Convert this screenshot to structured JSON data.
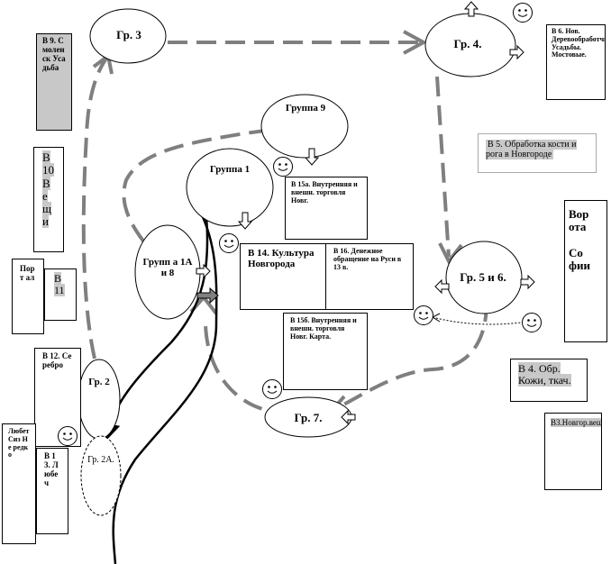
{
  "groups": {
    "g3": "Гр. 3",
    "g4": "Гр. 4.",
    "g9": "Группа 9",
    "g1": "Группа 1",
    "g1a": "Групп а 1А и 8",
    "g5": "Гр. 5 и 6.",
    "g7": "Гр. 7.",
    "g2": "Гр. 2",
    "g2a": "Гр. 2А."
  },
  "stations": {
    "b9": "В 9. Смоленск Усадьба",
    "b6": "В 6. Нов. Деревообработчик. Усадьбы. Мостовые.",
    "b5": "В 5. Обработка кости и рога в Новгороде",
    "gate": [
      "Вор",
      "ота",
      "",
      "Со",
      "фии"
    ],
    "b10": "В 10 Вещи",
    "portal_label": "Порт ал",
    "b11": "В 11",
    "b15a": "В 15а. Внутренняя и внешн. торговля Новг.",
    "b14": "В 14. Культура Новгорода",
    "b16": "В 16. Денежное обращение на Руси в 13 в.",
    "b15b": "В 15б. Внутренняя и внешн. торговля Новг. Карта.",
    "b4": "В 4. Обр. Кожи, ткач.",
    "b3": "В3.Новгор.вещи",
    "b12": "В 12. Серебро",
    "b13": "В 13. Любеч",
    "left_bottom": "Любет Сиз Не редко"
  },
  "colors": {
    "dashed_path": "#7f7f7f",
    "shade": "#c8c8c8",
    "ink": "#000000"
  }
}
